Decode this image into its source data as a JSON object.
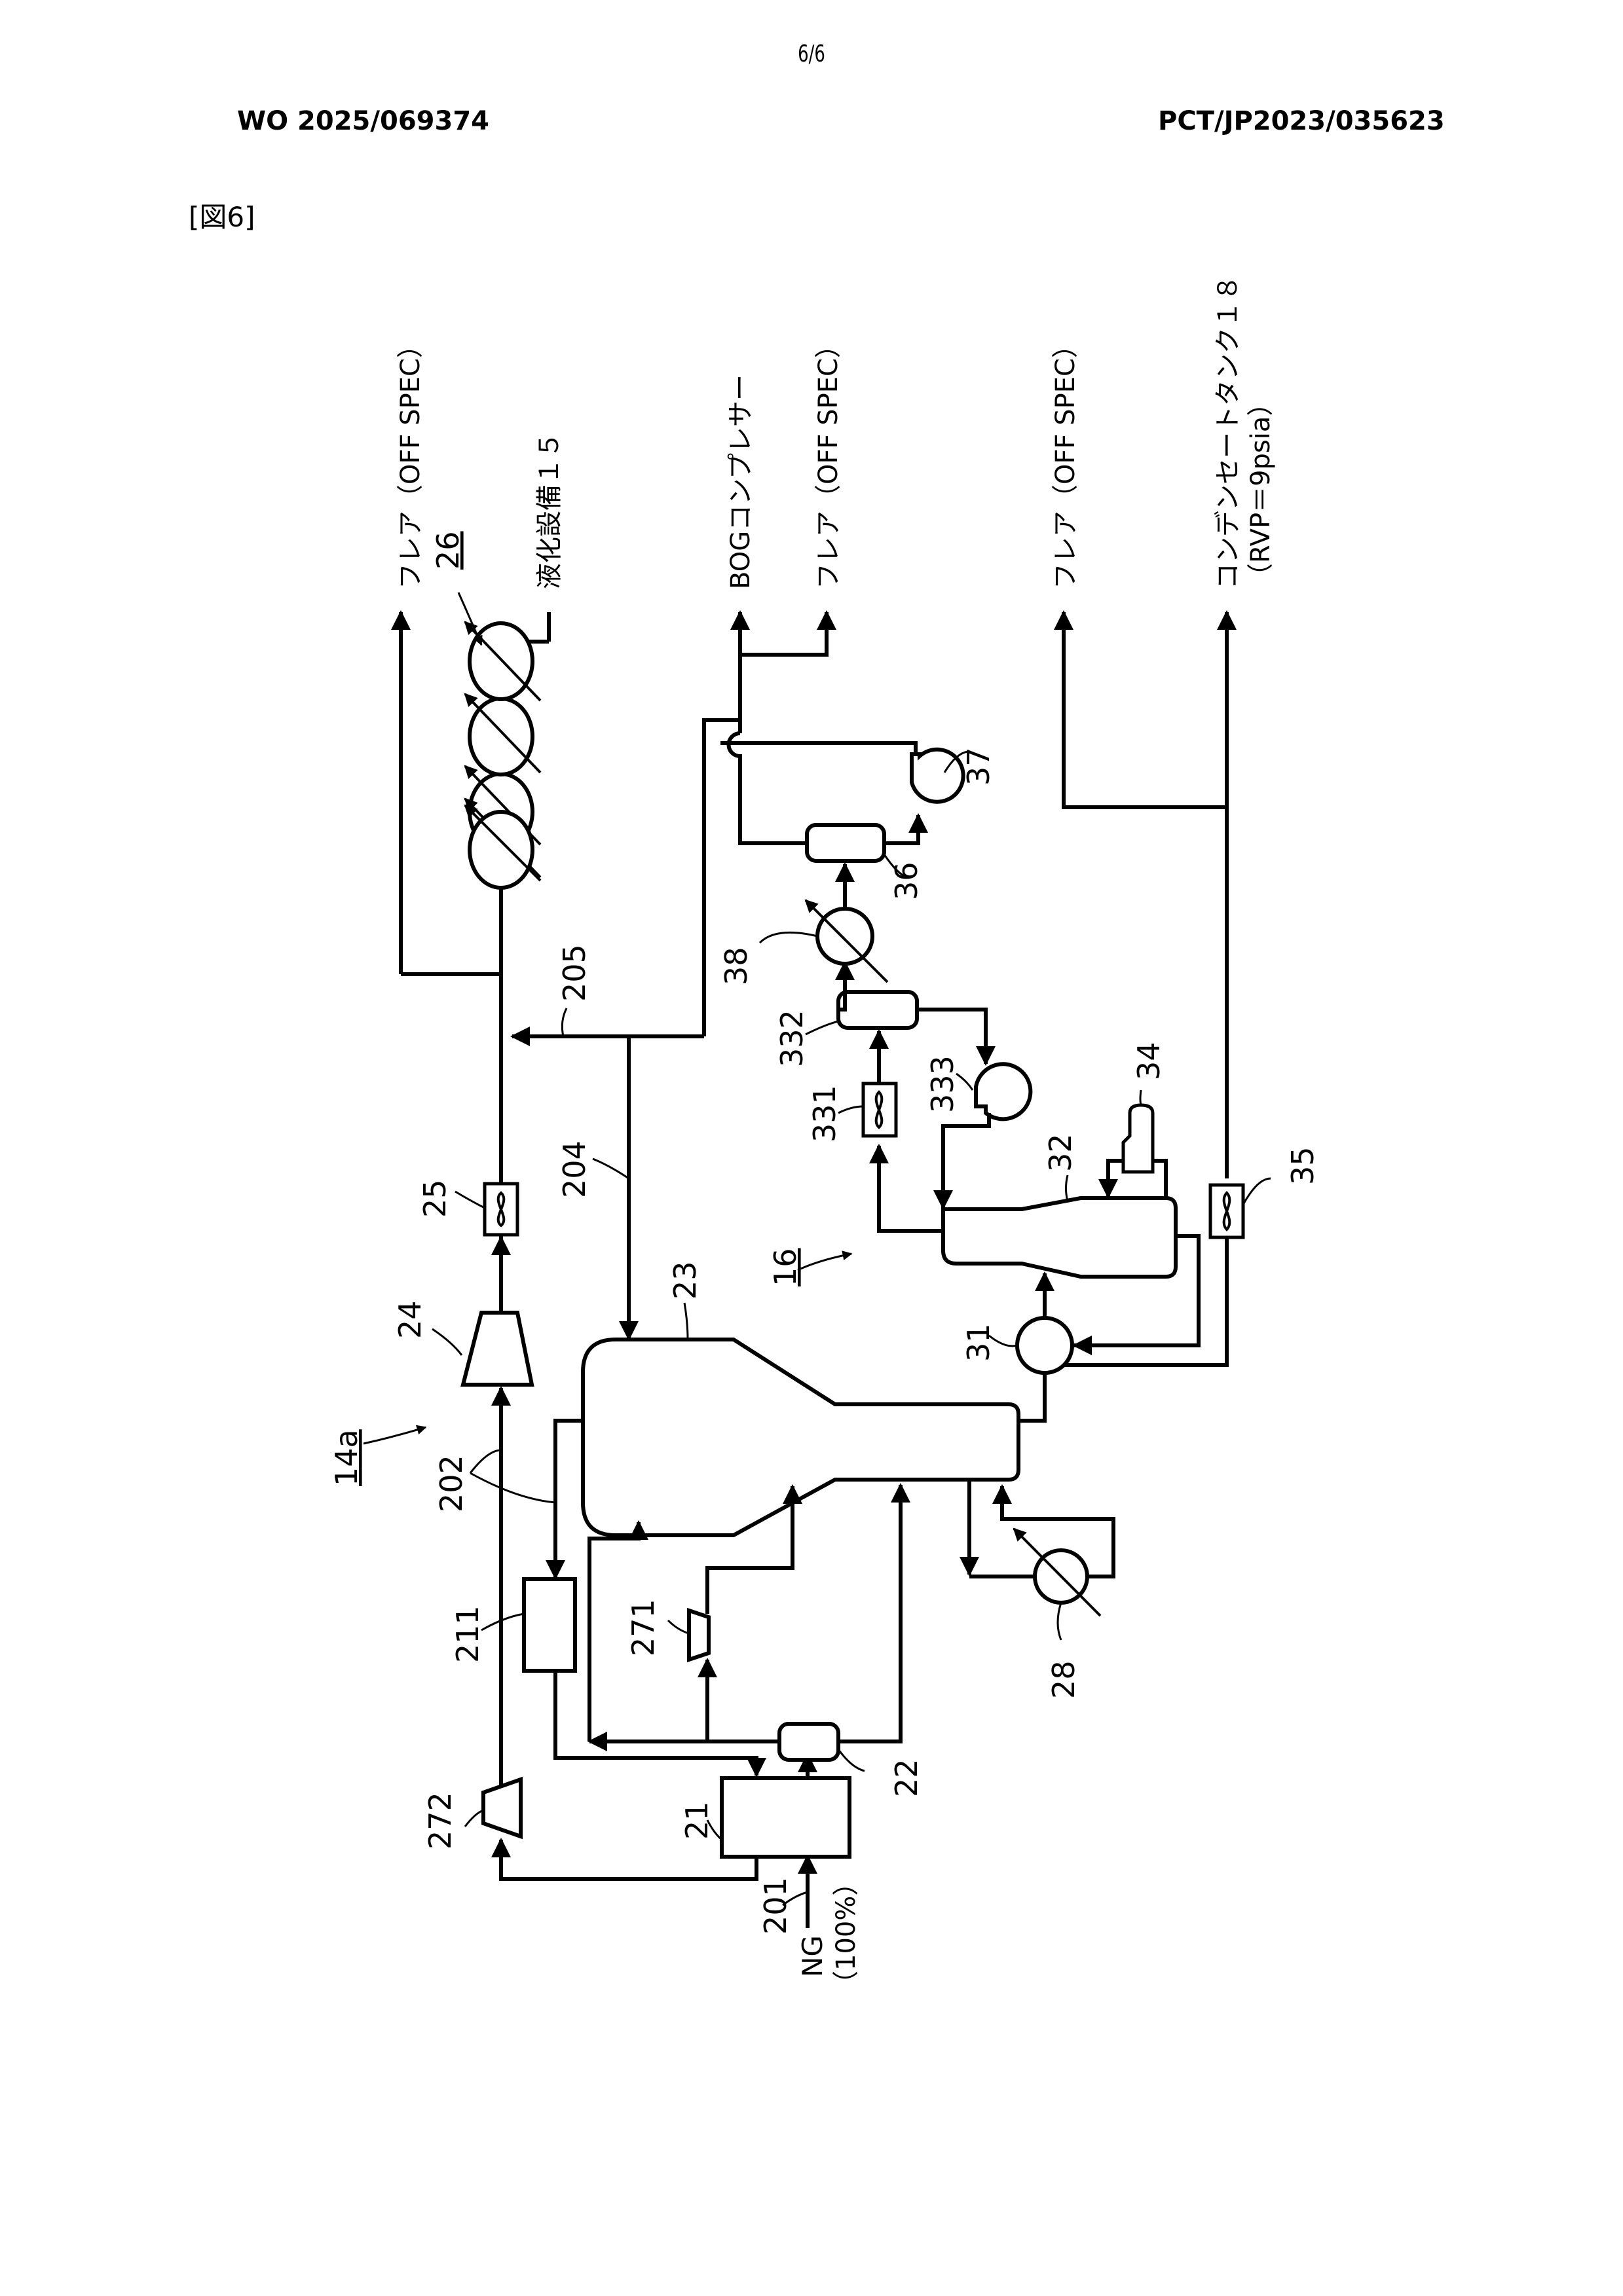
{
  "page": {
    "page_number": "6/6",
    "publication_number": "WO 2025/069374",
    "application_number": "PCT/JP2023/035623",
    "figure_label": "[図6]"
  },
  "diagram": {
    "outlets": {
      "flare_1": "フレア（OFF SPEC）",
      "liquefaction": "液化設備１５",
      "bog_compressor": "BOGコンプレサー",
      "flare_2": "フレア（OFF SPEC）",
      "flare_3": "フレア（OFF SPEC）",
      "condensate_tank": "コンデンセートタンク１８",
      "condensate_rvp": "（RVP＝9psia）"
    },
    "feed": {
      "name": "NG",
      "fraction": "（100%）"
    },
    "system_labels": {
      "pretreatment": "14a",
      "exchanger_group": "26",
      "stabilizer": "16"
    },
    "equipment_labels": {
      "pretreatment_unit": "21",
      "separator": "22",
      "scrub_column": "23",
      "compressor": "24",
      "air_cooler": "25",
      "reboiler": "28",
      "heat_exchanger_211": "211",
      "expander_271": "271",
      "compressor_272": "272",
      "feed_exchanger": "31",
      "stabilizer_column": "32",
      "air_cooler_331": "331",
      "reflux_drum": "332",
      "reflux_pump": "333",
      "reboiler_34": "34",
      "air_cooler_35": "35",
      "drum_36": "36",
      "compressor_37": "37",
      "cooler_38": "38"
    },
    "stream_labels": {
      "s201": "201",
      "s202": "202",
      "s204": "204",
      "s205": "205"
    }
  }
}
